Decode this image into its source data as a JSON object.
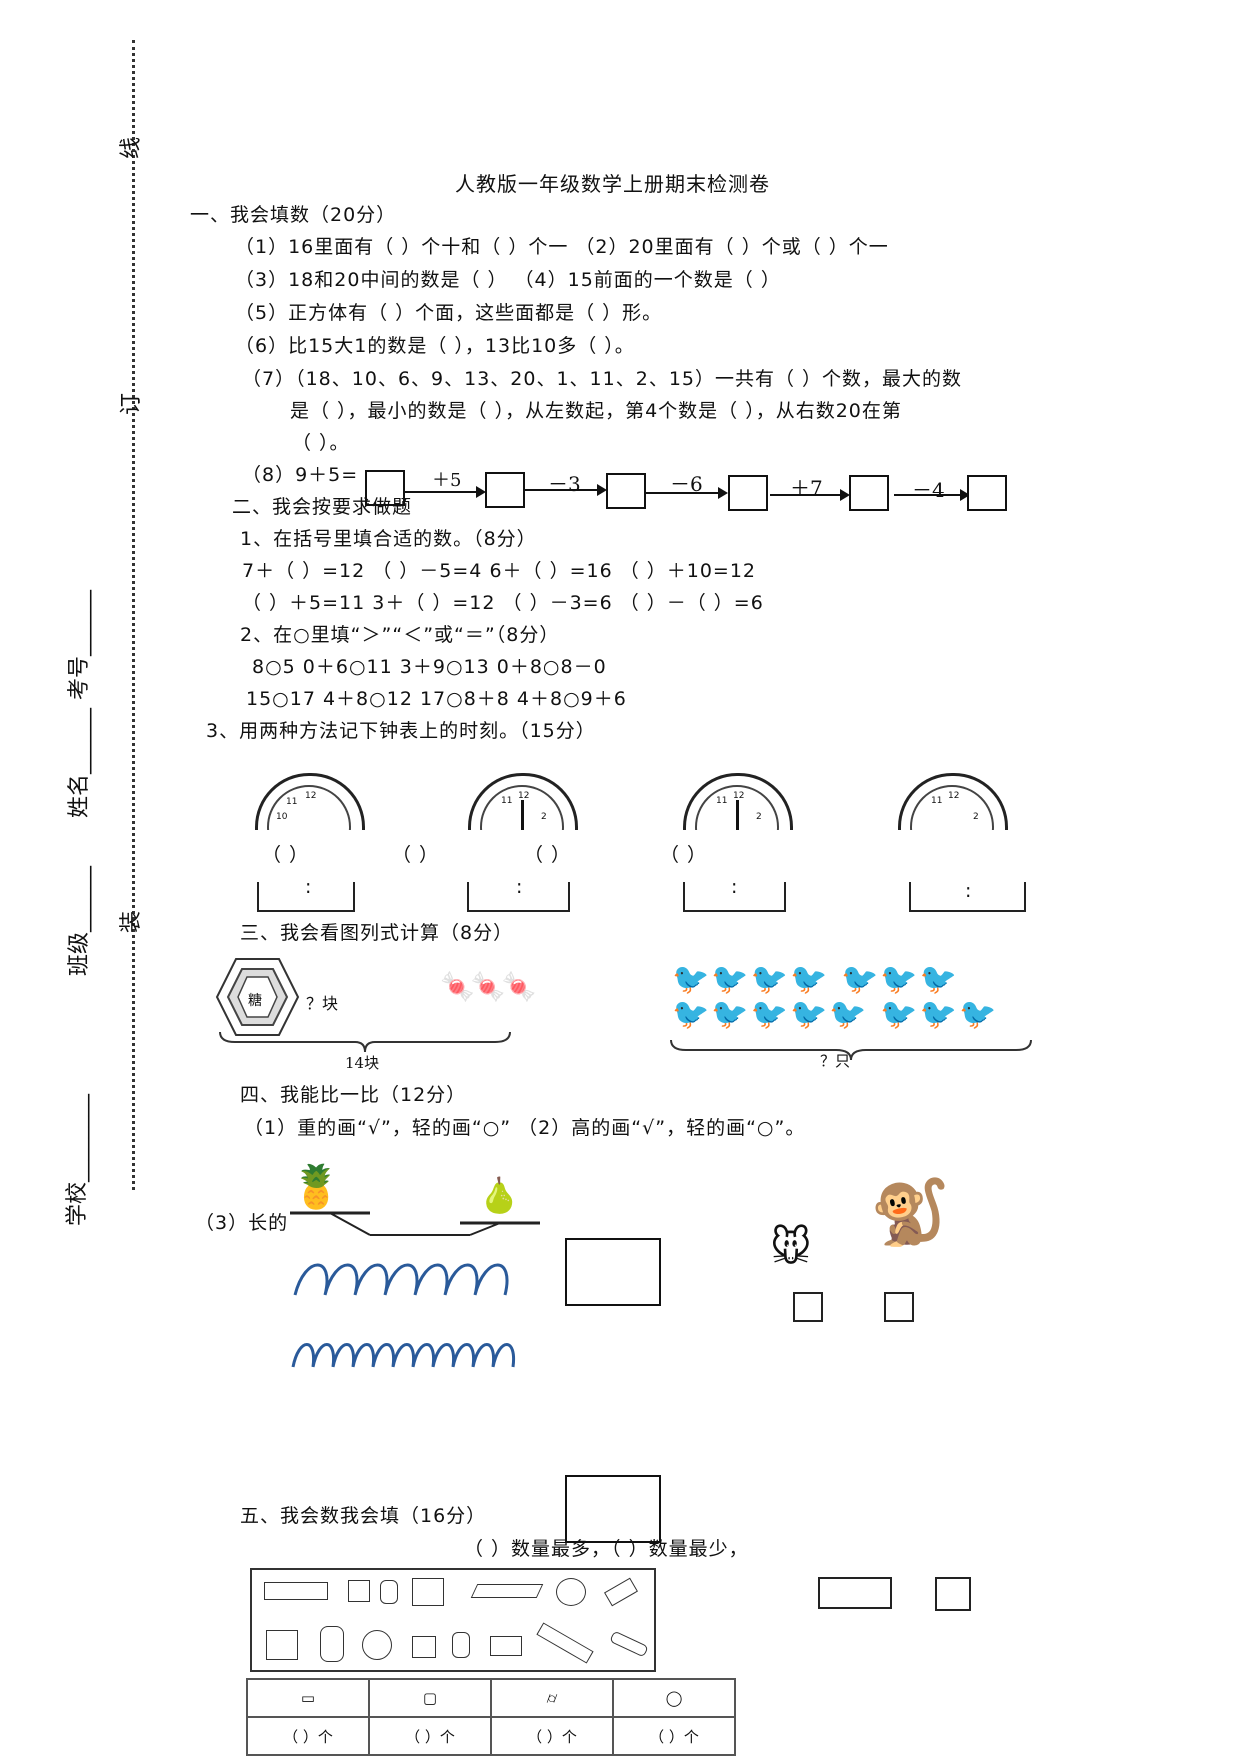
{
  "margin": {
    "xian": "线",
    "ding": "订",
    "zhuang": "装",
    "school": "学校________",
    "class": "班级______",
    "name": "姓名______",
    "number": "考号______"
  },
  "title": "人教版一年级数学上册期末检测卷",
  "s1": {
    "heading": "一、我会填数（20分）",
    "q1": "（1）16里面有（  ）个十和（  ）个一   （2）20里面有（  ）个或（  ）个一",
    "q3": "（3）18和20中间的数是（    ）     （4）15前面的一个数是（   ）",
    "q5": "（5）正方体有（   ）个面，这些面都是（   ）形。",
    "q6": "（6）比15大1的数是（   ），13比10多（   ）。",
    "q7a": "（7）（18、10、6、9、13、20、1、11、2、15）一共有（   ）个数，最大的数",
    "q7b": "是（   ），最小的数是（    ），从左数起，第4个数是（    ），从右数20在第",
    "q7c": "（   ）。",
    "q8": "（8）9＋5=",
    "ops": [
      "＋5",
      "－3",
      "－6",
      "＋7",
      "－4"
    ]
  },
  "s2": {
    "heading": "二、我会按要求做题",
    "p1": "1、在括号里填合适的数。（8分）",
    "r1": "7＋（   ）=12   （   ）－5=4     6＋（   ）=16    （   ）＋10=12",
    "r2": "（   ）＋5=11    3＋（   ）=12    （   ）－3=6     （   ）－（   ）=6",
    "p2": "2、在○里填“＞”“＜”或“＝”（8分）",
    "c1": "8○5        0＋6○11       3＋9○13        0＋8○8－0",
    "c2": "15○17       4＋8○12       17○8＋8      4＋8○9＋6",
    "p3": "3、用两种方法记下钟表上的时刻。（15分）",
    "paren": "（    ）",
    "colon": ":"
  },
  "s3": {
    "heading": "三、我会看图列式计算（8分）",
    "candy": "糖",
    "q_kuai": "？块",
    "total": "14块",
    "q_zhi": "？只"
  },
  "s4": {
    "heading": "四、我能比一比（12分）",
    "q12": "（1）重的画“√”，轻的画“○”     （2）高的画“√”，轻的画“○”。",
    "q3": "（3）长的"
  },
  "s5": {
    "heading": "五、我会数我会填（16分）",
    "q": "（   ）数量最多，（   ）数量最少，",
    "cnt": "（        ）个"
  }
}
